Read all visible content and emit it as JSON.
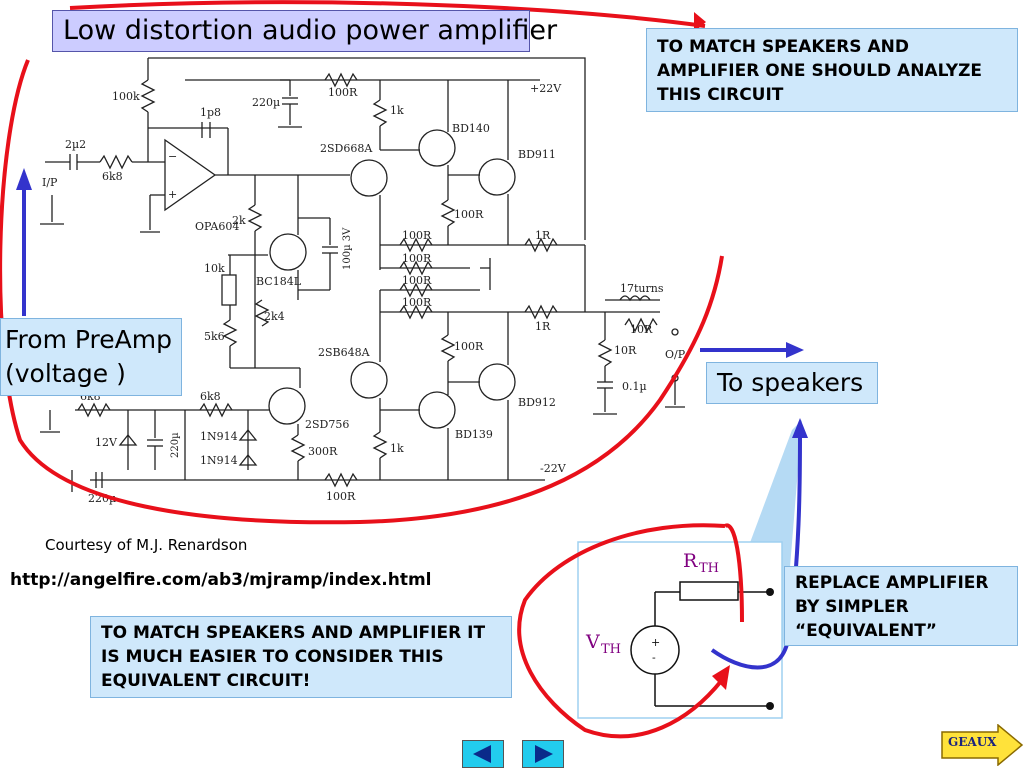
{
  "title": "Low distortion audio power amplifier",
  "note_top": "TO MATCH SPEAKERS AND AMPLIFIER ONE SHOULD ANALYZE THIS CIRCUIT",
  "preamp_label": "From PreAmp (voltage )",
  "speakers_label": "To speakers",
  "courtesy": "Courtesy of M.J. Renardson",
  "url": "http://angelfire.com/ab3/mjramp/index.html",
  "note_bottom": "TO MATCH SPEAKERS AND AMPLIFIER IT IS MUCH EASIER TO CONSIDER THIS EQUIVALENT CIRCUIT!",
  "note_replace": "REPLACE AMPLIFIER BY SIMPLER “EQUIVALENT”",
  "geaux_label": "GEAUX",
  "schematic": {
    "labels": {
      "r100k": "100k",
      "c2u2": "2µ2",
      "r6k8_in": "6k8",
      "ip": "I/P",
      "c1p8": "1p8",
      "c220u_top": "220µ",
      "r100r_top": "100R",
      "plus22": "+22V",
      "r1k_top": "1k",
      "q_2sd668a": "2SD668A",
      "q_bd140": "BD140",
      "q_bd911": "BD911",
      "opa": "OPA604",
      "r2k": "2k",
      "r10k": "10k",
      "r5k6": "5k6",
      "q_bc184l": "BC184L",
      "r2k4": "2k4",
      "c100u": "100µ 3V",
      "r100r_a": "100R",
      "r100r_b": "100R",
      "r100r_c": "100R",
      "r100r_d": "100R",
      "r1r_a": "1R",
      "r1r_b": "1R",
      "r100r_bd": "100R",
      "turns": "17turns",
      "r10r_a": "10R",
      "r10r_b": "10R",
      "c0u1": "0.1µ",
      "op": "O/P",
      "q_2sb648a": "2SB648A",
      "r100r_e": "100R",
      "q_bd912": "BD912",
      "r6k8_a": "6k8",
      "r6k8_b": "6k8",
      "v12": "12V",
      "c220u_mid": "220µ",
      "d1": "1N914",
      "d2": "1N914",
      "q_2sd756": "2SD756",
      "r300r": "300R",
      "r1k_bot": "1k",
      "q_bd139": "BD139",
      "minus22": "-22V",
      "r100r_bot": "100R",
      "c220u_bot": "220µ",
      "plus": "+",
      "minus": "−"
    }
  },
  "equivalent": {
    "rth_main": "R",
    "rth_sub": "TH",
    "vth_main": "V",
    "vth_sub": "TH",
    "src_plus": "+",
    "src_minus": "-"
  },
  "colors": {
    "red_outline": "#e8101a",
    "blue_arrow": "#3333cc",
    "note_bg": "#cfe8fb",
    "title_bg": "#ccccff"
  }
}
